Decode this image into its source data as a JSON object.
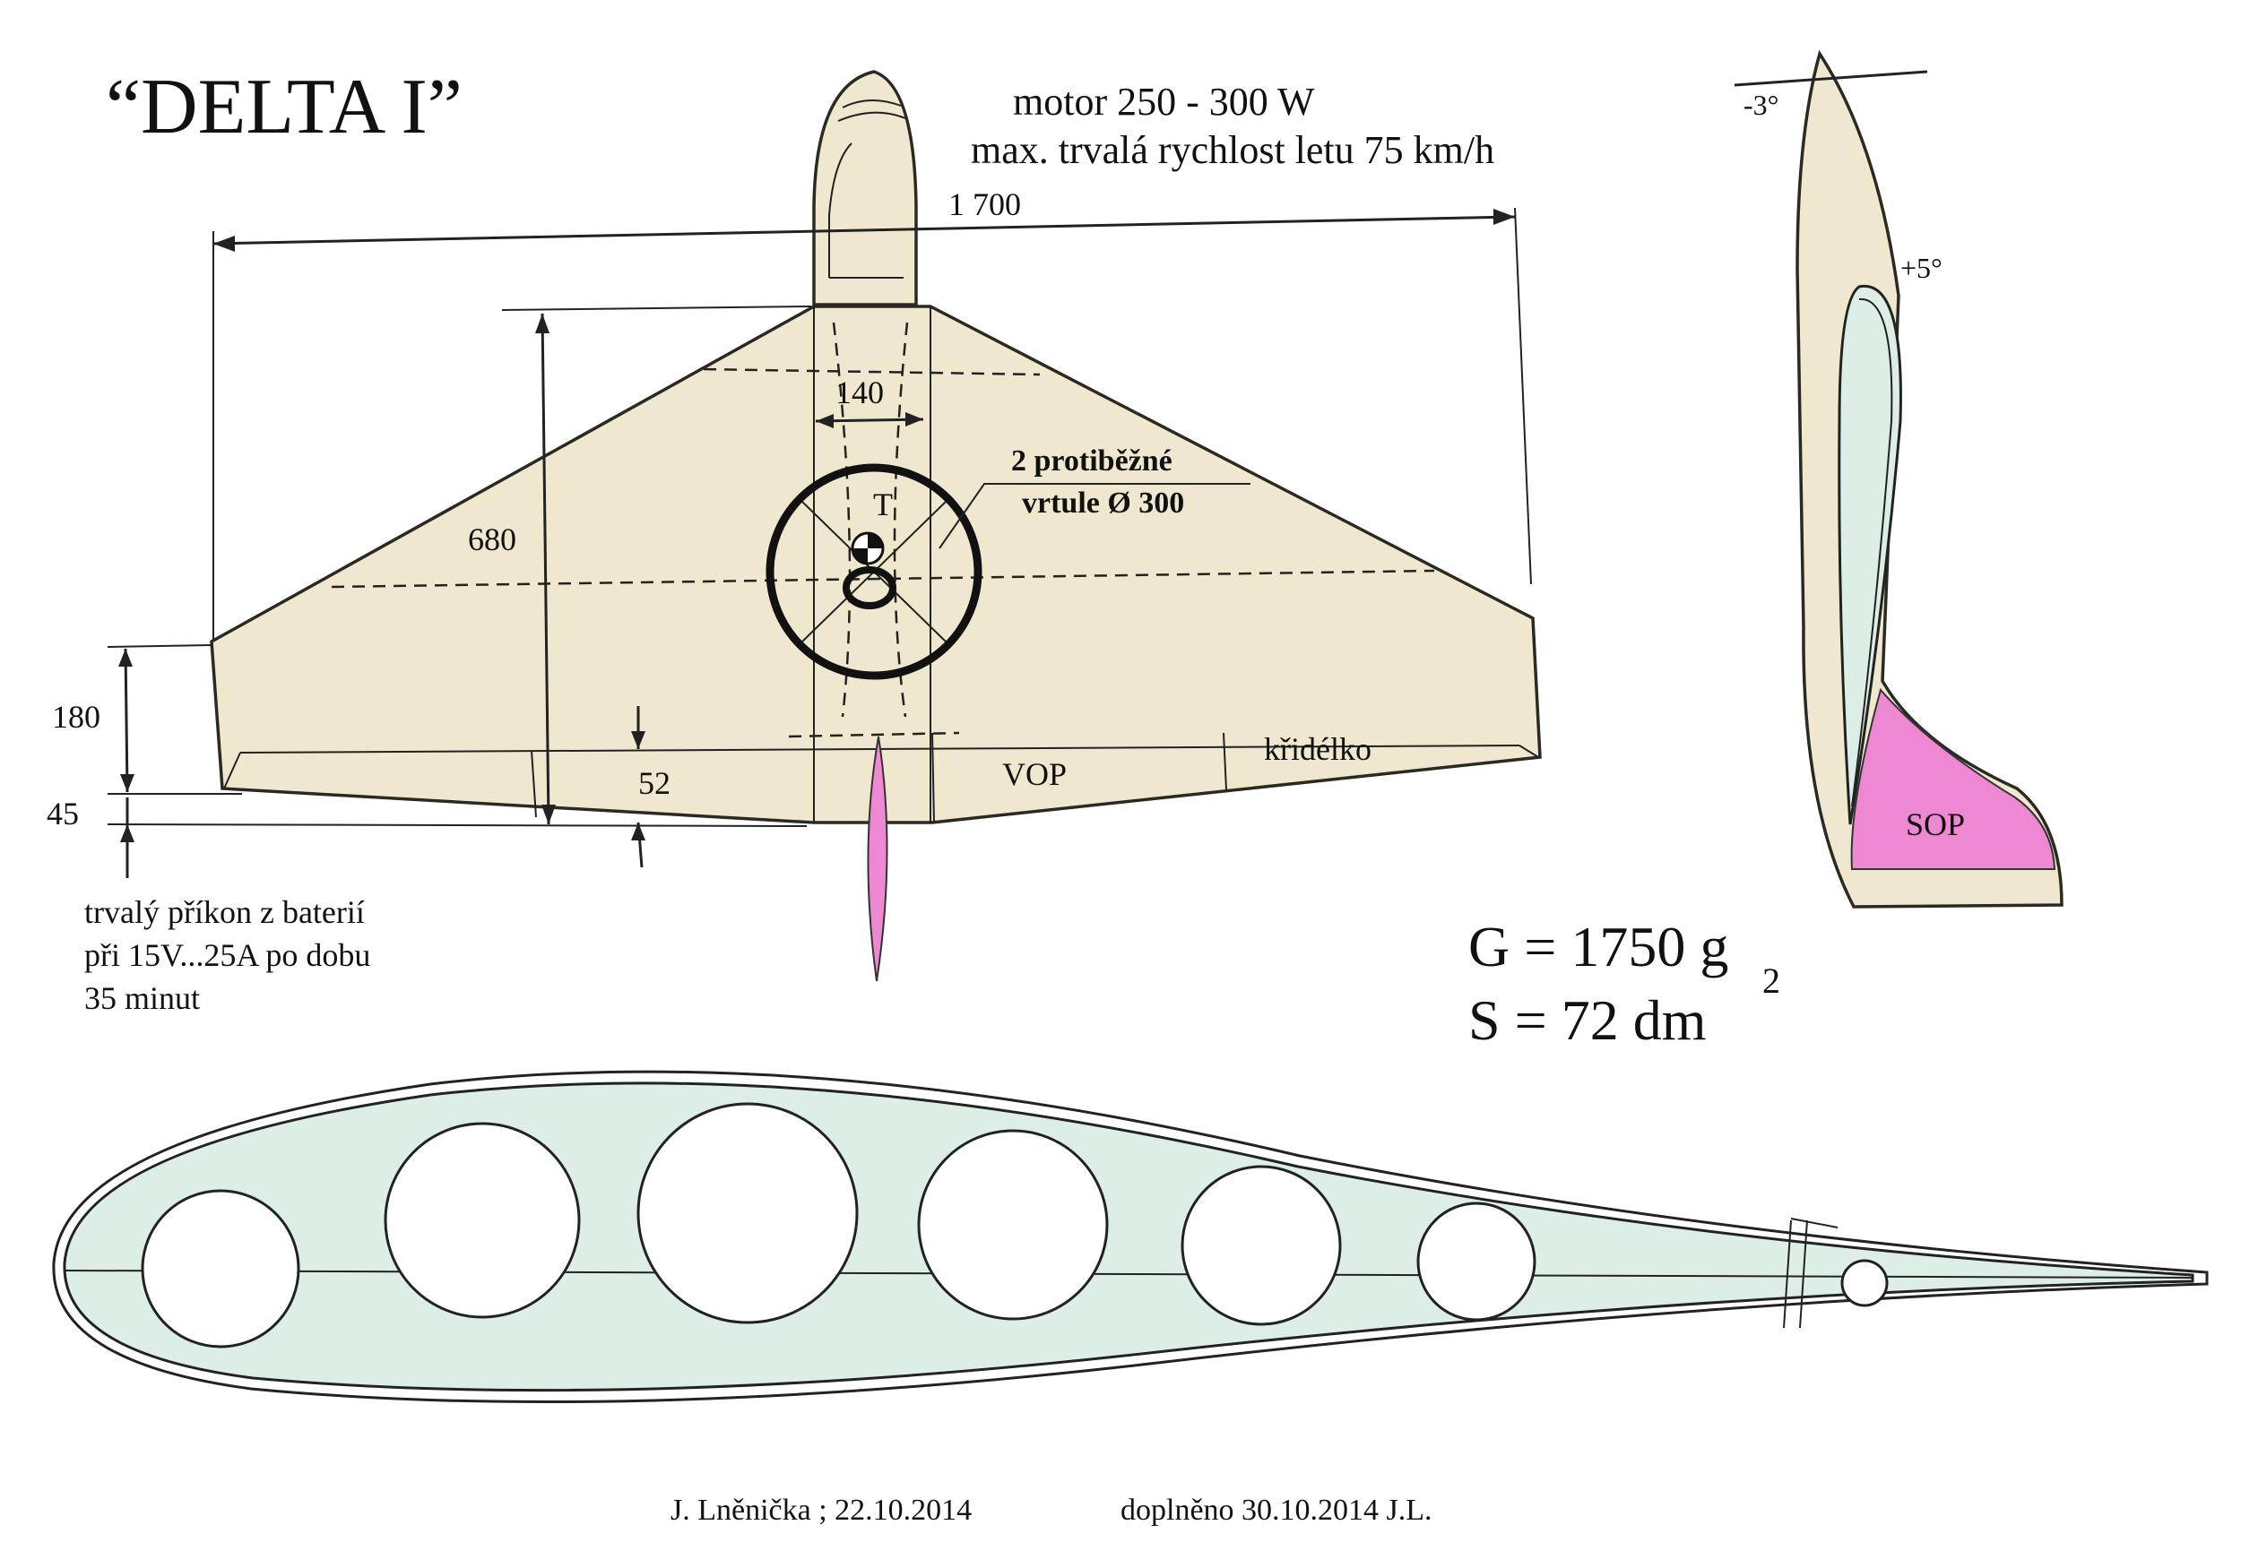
{
  "title": "“DELTA  I”",
  "motor": "motor 250 - 300 W",
  "speed": "max. trvalá rychlost letu  75 km/h",
  "dimensions": {
    "span": "1 700",
    "center_width": "140",
    "chord": "680",
    "tip": "180",
    "elevon": "45",
    "trailing": "52"
  },
  "labels": {
    "propellers_line1": "2 protiběžné",
    "propellers_line2": "vrtule Ø 300",
    "cg": "T",
    "vop": "VOP",
    "aileron": "křidélko",
    "sop": "SOP",
    "angle_minus": "-3°",
    "angle_plus": "+5°"
  },
  "battery": {
    "line1": "trvalý příkon z baterií",
    "line2": "při 15V...25A po dobu",
    "line3": "35 minut"
  },
  "specs": {
    "weight": "G = 1750  g",
    "area": "S =   72  dm",
    "exp": "2"
  },
  "footer": {
    "author": "J. Lněnička  ;  22.10.2014",
    "updated": "doplněno 30.10.2014   J.L."
  },
  "colors": {
    "paper": "#efe8cf",
    "profile_fill": "#dceee6",
    "fin_pink": "#ee88d3"
  }
}
